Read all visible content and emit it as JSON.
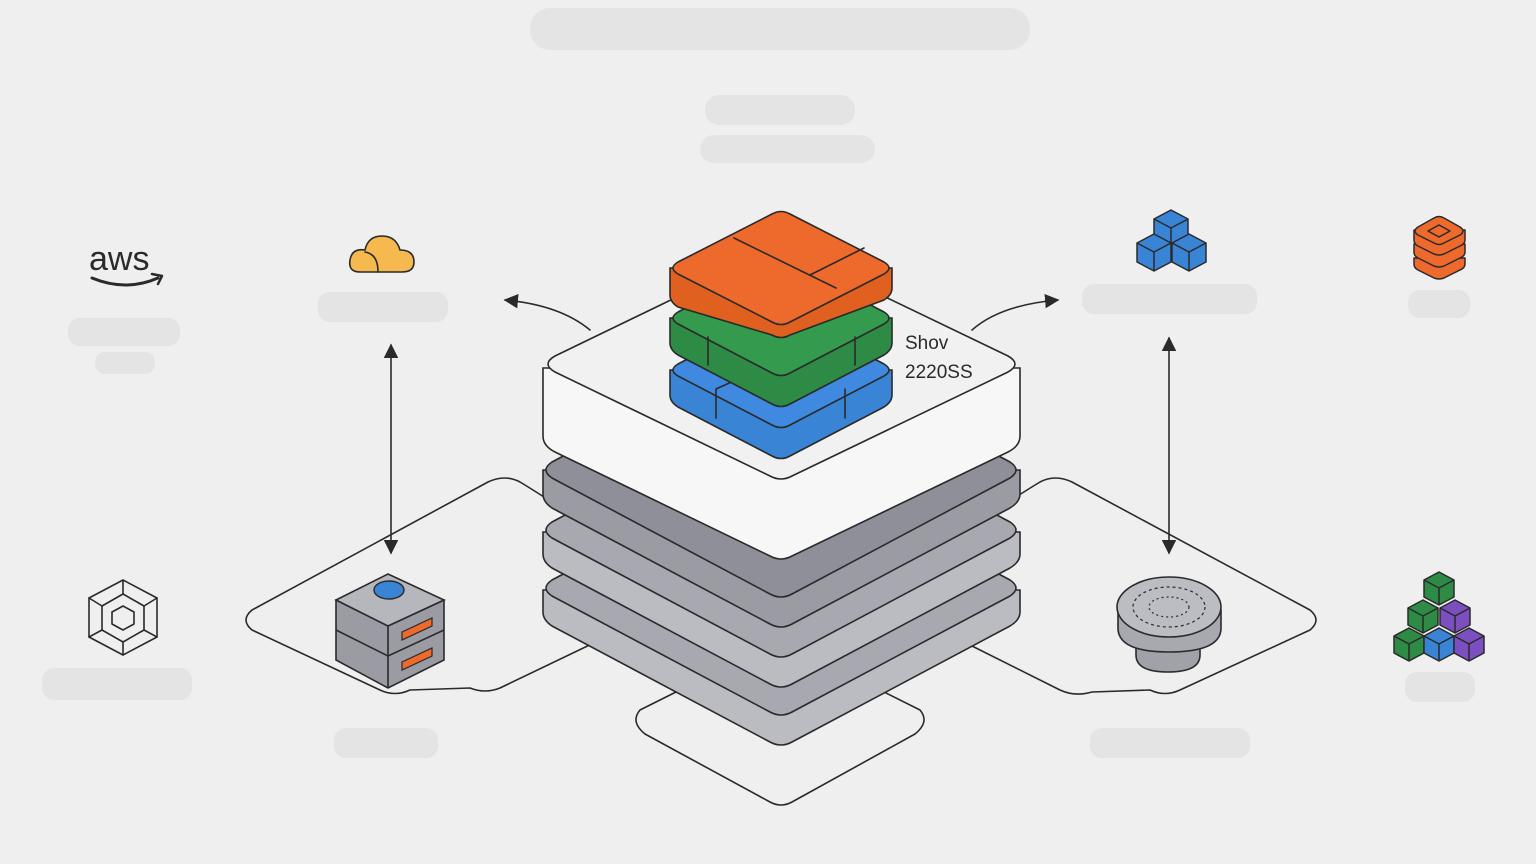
{
  "core": {
    "label_line1": "Shov",
    "label_line2": "2220SS"
  },
  "icons": {
    "left_top": "aws-logo",
    "left_bottom": "hexagon-cube-icon",
    "cloud": "cloud-icon",
    "server": "server-stack-icon",
    "blocks": "cube-cluster-icon",
    "layers": "layer-stack-icon",
    "chip": "chip-disk-icon",
    "pyramid": "cube-pyramid-icon"
  },
  "brand": {
    "aws_text": "aws"
  },
  "colors": {
    "orange": "#ee6a2c",
    "green": "#2e8b45",
    "blue": "#3a84d6",
    "purple": "#7b4fbf",
    "cloud": "#f6b94f",
    "slab_dark": "#9a9ba3",
    "slab_light": "#b9bac0",
    "line": "#2a2a2a"
  }
}
